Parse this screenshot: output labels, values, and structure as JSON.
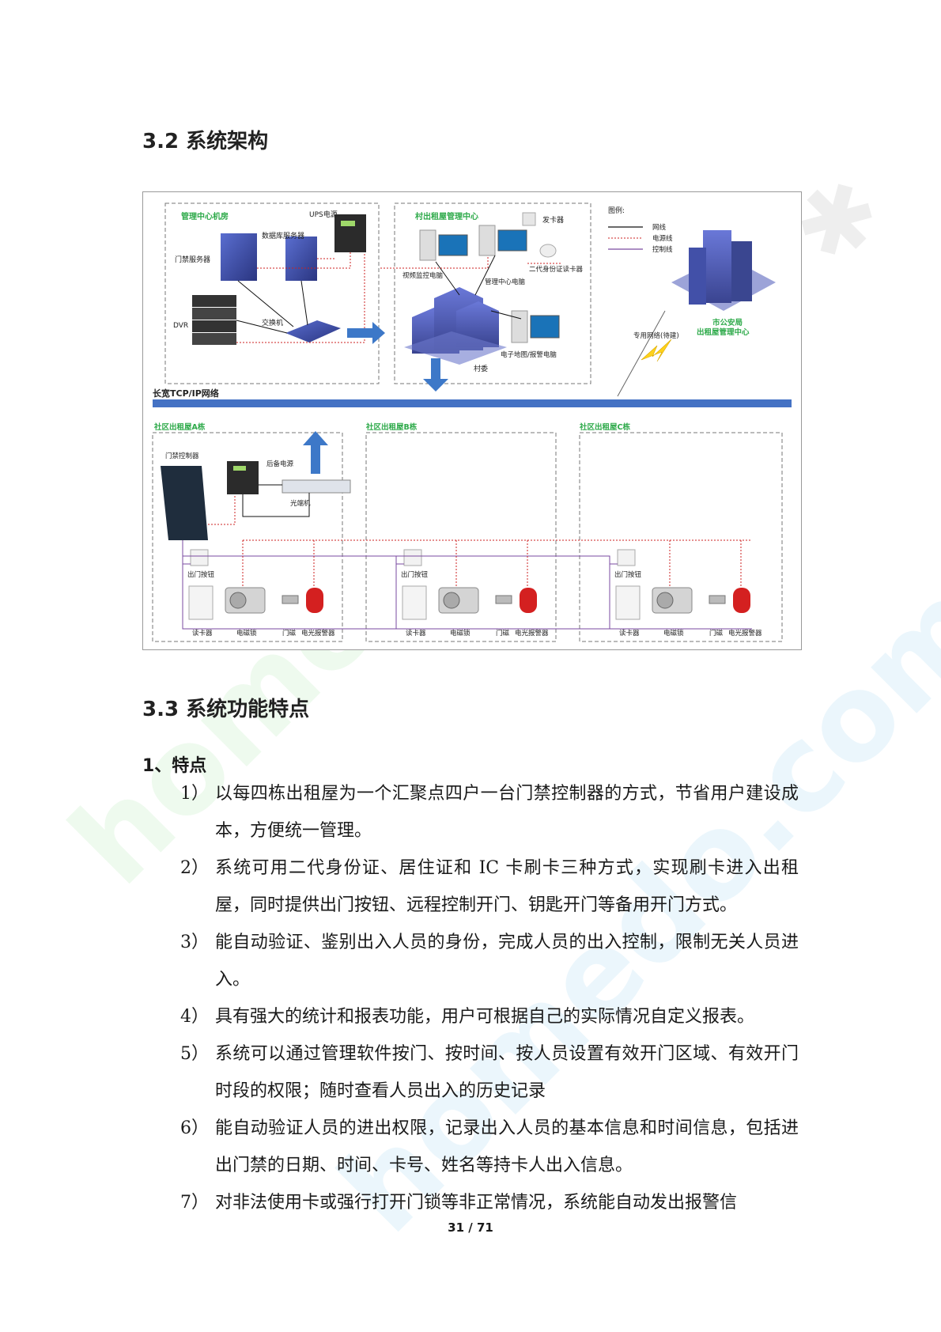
{
  "headings": {
    "sec32": "3.2 系统架构",
    "sec33": "3.3 系统功能特点",
    "sub1": "1、特点"
  },
  "diagram": {
    "mgmt_room_title": "管理中心机房",
    "ups": "UPS电源",
    "db_server": "数据库服务器",
    "access_server": "门禁服务器",
    "dvr": "DVR",
    "switch": "交换机",
    "village_center_title": "村出租屋管理中心",
    "card_issuer": "发卡器",
    "video_pc": "视频监控电脑",
    "mgmt_pc": "管理中心电脑",
    "id_reader": "二代身份证读卡器",
    "village_committee": "村委",
    "emap_pc": "电子地图/报警电脑",
    "legend_title": "图例:",
    "legend_items": [
      "网线",
      "电源线",
      "控制线"
    ],
    "police_title": "市公安局出租屋管理中心",
    "dedicated_net": "专用网络(待建)",
    "network_label": "长宽TCP/IP网络",
    "building_titles": [
      "社区出租屋A栋",
      "社区出租屋B栋",
      "社区出租屋C栋"
    ],
    "controller": "门禁控制器",
    "backup_power": "后备电源",
    "optical": "光端机",
    "exit_button": "出门按钮",
    "card_reader": "读卡器",
    "mag_lock": "电磁锁",
    "door_sensor": "门磁",
    "alarm": "电光报警器",
    "colors": {
      "network": "#4472c4",
      "green_title": "#2eaa4a",
      "power_line": "#cc2222",
      "control_line": "#7a4aa0"
    }
  },
  "features": [
    {
      "num": "1）",
      "text": "以每四栋出租屋为一个汇聚点四户一台门禁控制器的方式，节省用户建设成本，方便统一管理。"
    },
    {
      "num": "2）",
      "text": "系统可用二代身份证、居住证和 IC 卡刷卡三种方式，实现刷卡进入出租屋，同时提供出门按钮、远程控制开门、钥匙开门等备用开门方式。"
    },
    {
      "num": "3）",
      "text": "能自动验证、鉴别出入人员的身份，完成人员的出入控制，限制无关人员进入。"
    },
    {
      "num": "4）",
      "text": "具有强大的统计和报表功能，用户可根据自己的实际情况自定义报表。"
    },
    {
      "num": "5）",
      "text": "系统可以通过管理软件按门、按时间、按人员设置有效开门区域、有效开门时段的权限；随时查看人员出入的历史记录"
    },
    {
      "num": "6）",
      "text": "能自动验证人员的进出权限，记录出入人员的基本信息和时间信息，包括进出门禁的日期、时间、卡号、姓名等持卡人出入信息。"
    },
    {
      "num": "7）",
      "text": "对非法使用卡或强行打开门锁等非正常情况，系统能自动发出报警信"
    }
  ],
  "page": "31 / 71",
  "watermark": "homedo.com"
}
